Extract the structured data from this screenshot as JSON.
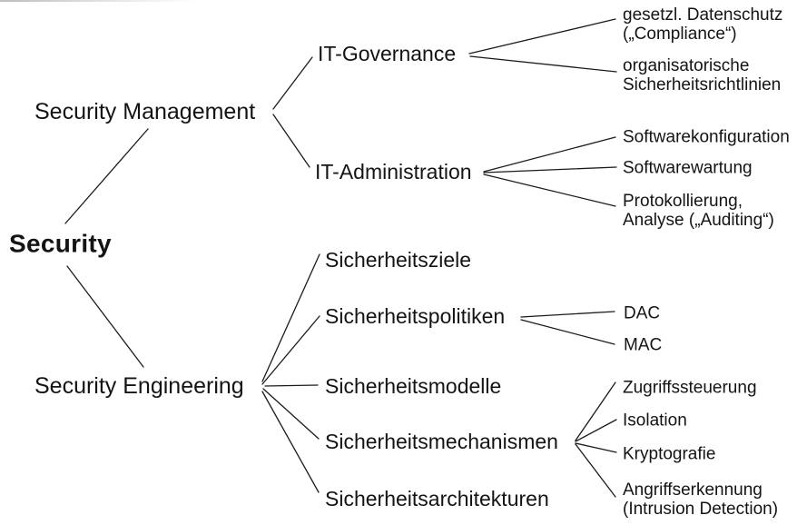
{
  "title": "Security tree diagram",
  "colors": {
    "background": "#ffffff",
    "text": "#141414",
    "line": "#1b1b1b"
  },
  "nodes": {
    "security": "Security",
    "security_management": "Security Management",
    "security_engineering": "Security Engineering",
    "it_governance": "IT-Governance",
    "it_administration": "IT-Administration",
    "sicherheitsziele": "Sicherheitsziele",
    "sicherheitspolitiken": "Sicherheitspolitiken",
    "sicherheitsmodelle": "Sicherheitsmodelle",
    "sicherheitsmechanismen": "Sicherheitsmechanismen",
    "sicherheitsarchitekturen": "Sicherheitsarchitekturen",
    "gesetzl_datenschutz": "gesetzl. Datenschutz\n(„Compliance“)",
    "organisatorische_richtlinien": "organisatorische\nSicherheitsrichtlinien",
    "softwarekonfiguration": "Softwarekonfiguration",
    "softwarewartung": "Softwarewartung",
    "protokollierung_auditing": "Protokollierung,\nAnalyse („Auditing“)",
    "dac": "DAC",
    "mac": "MAC",
    "zugriffssteuerung": "Zugriffssteuerung",
    "isolation": "Isolation",
    "kryptografie": "Kryptografie",
    "angriffserkennung": "Angriffserkennung\n(Intrusion Detection)"
  }
}
